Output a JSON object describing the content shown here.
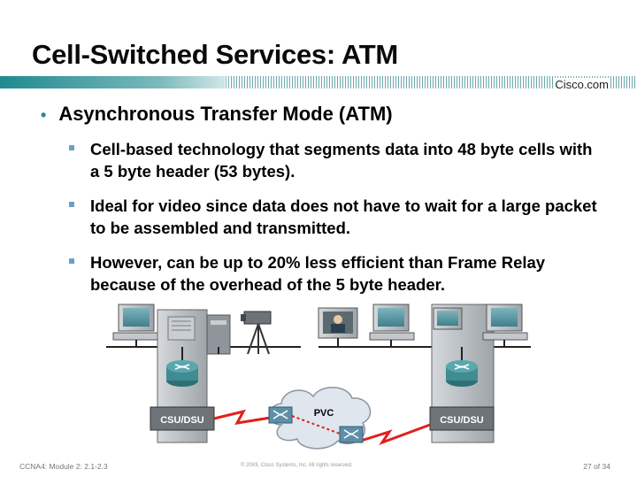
{
  "slide": {
    "title": "Cell-Switched Services: ATM",
    "brand": "Cisco.com",
    "main_bullet": "Asynchronous Transfer Mode (ATM)",
    "sub_bullets": [
      "Cell-based technology that segments data into 48 byte cells with a 5 byte header (53 bytes).",
      "Ideal for video since data does not have to wait for a large packet to be assembled and transmitted.",
      "However, can be up to 20% less efficient than Frame Relay because of the overhead of the 5 byte header."
    ]
  },
  "diagram": {
    "left_device_label": "CSU/DSU",
    "right_device_label": "CSU/DSU",
    "cloud_label": "PVC",
    "colors": {
      "wan_link": "#e0201c",
      "pvc_dotted": "#e0201c",
      "cloud_fill": "#dfe6ee",
      "device_body": "#b9bec3",
      "router": "#3f8c92"
    }
  },
  "footer": {
    "left": "CCNA4: Module 2: 2.1-2.3",
    "middle": "© 2003, Cisco Systems, Inc. All rights reserved.",
    "right": "27 of 34"
  },
  "theme": {
    "accent": "#2a8a8f",
    "bullet_square": "#6aa0c8"
  }
}
